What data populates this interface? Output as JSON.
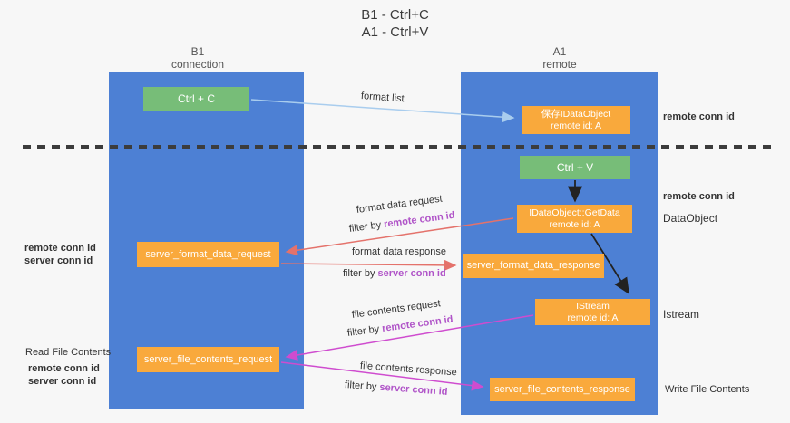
{
  "title": {
    "line1": "B1 - Ctrl+C",
    "line2": "A1 - Ctrl+V"
  },
  "lanes": {
    "left": {
      "header_line1": "B1",
      "header_line2": "connection"
    },
    "right": {
      "header_line1": "A1",
      "header_line2": "remote"
    }
  },
  "boxes": {
    "ctrl_c": {
      "label": "Ctrl + C"
    },
    "save_dataobject": {
      "line1": "保存IDataObject",
      "line2": "remote id: A"
    },
    "ctrl_v": {
      "label": "Ctrl + V"
    },
    "getdata": {
      "line1": "IDataObject::GetData",
      "line2": "remote id: A"
    },
    "format_request": {
      "label": "server_format_data_request"
    },
    "format_response": {
      "label": "server_format_data_response"
    },
    "istream": {
      "line1": "IStream",
      "line2": "remote id: A"
    },
    "file_request": {
      "label": "server_file_contents_request"
    },
    "file_response": {
      "label": "server_file_contents_response"
    }
  },
  "arrow_labels": {
    "format_list": "format list",
    "format_data_request": "format data request",
    "format_data_response": "format data response",
    "file_contents_request": "file contents request",
    "file_contents_response": "file contents response",
    "filter_by": "filter by ",
    "remote_conn_id": "remote conn id",
    "server_conn_id": "server conn id"
  },
  "side_labels": {
    "remote_conn_id": "remote conn id",
    "server_conn_id": "server conn id",
    "dataobject": "DataObject",
    "istream": "Istream",
    "read_file_contents": "Read File Contents",
    "write_file_contents": "Write File Contents"
  },
  "colors": {
    "lane_blue": "#4d80d4",
    "box_green": "#77bd78",
    "box_orange": "#f9a93c",
    "arrow_red": "#e4726b",
    "arrow_magenta": "#cf4ccf",
    "arrow_light_blue": "#a9cdee",
    "arrow_black": "#222222",
    "text_purple": "#b054c8",
    "text_green": "#6dbf6d",
    "background": "#f7f7f7"
  }
}
